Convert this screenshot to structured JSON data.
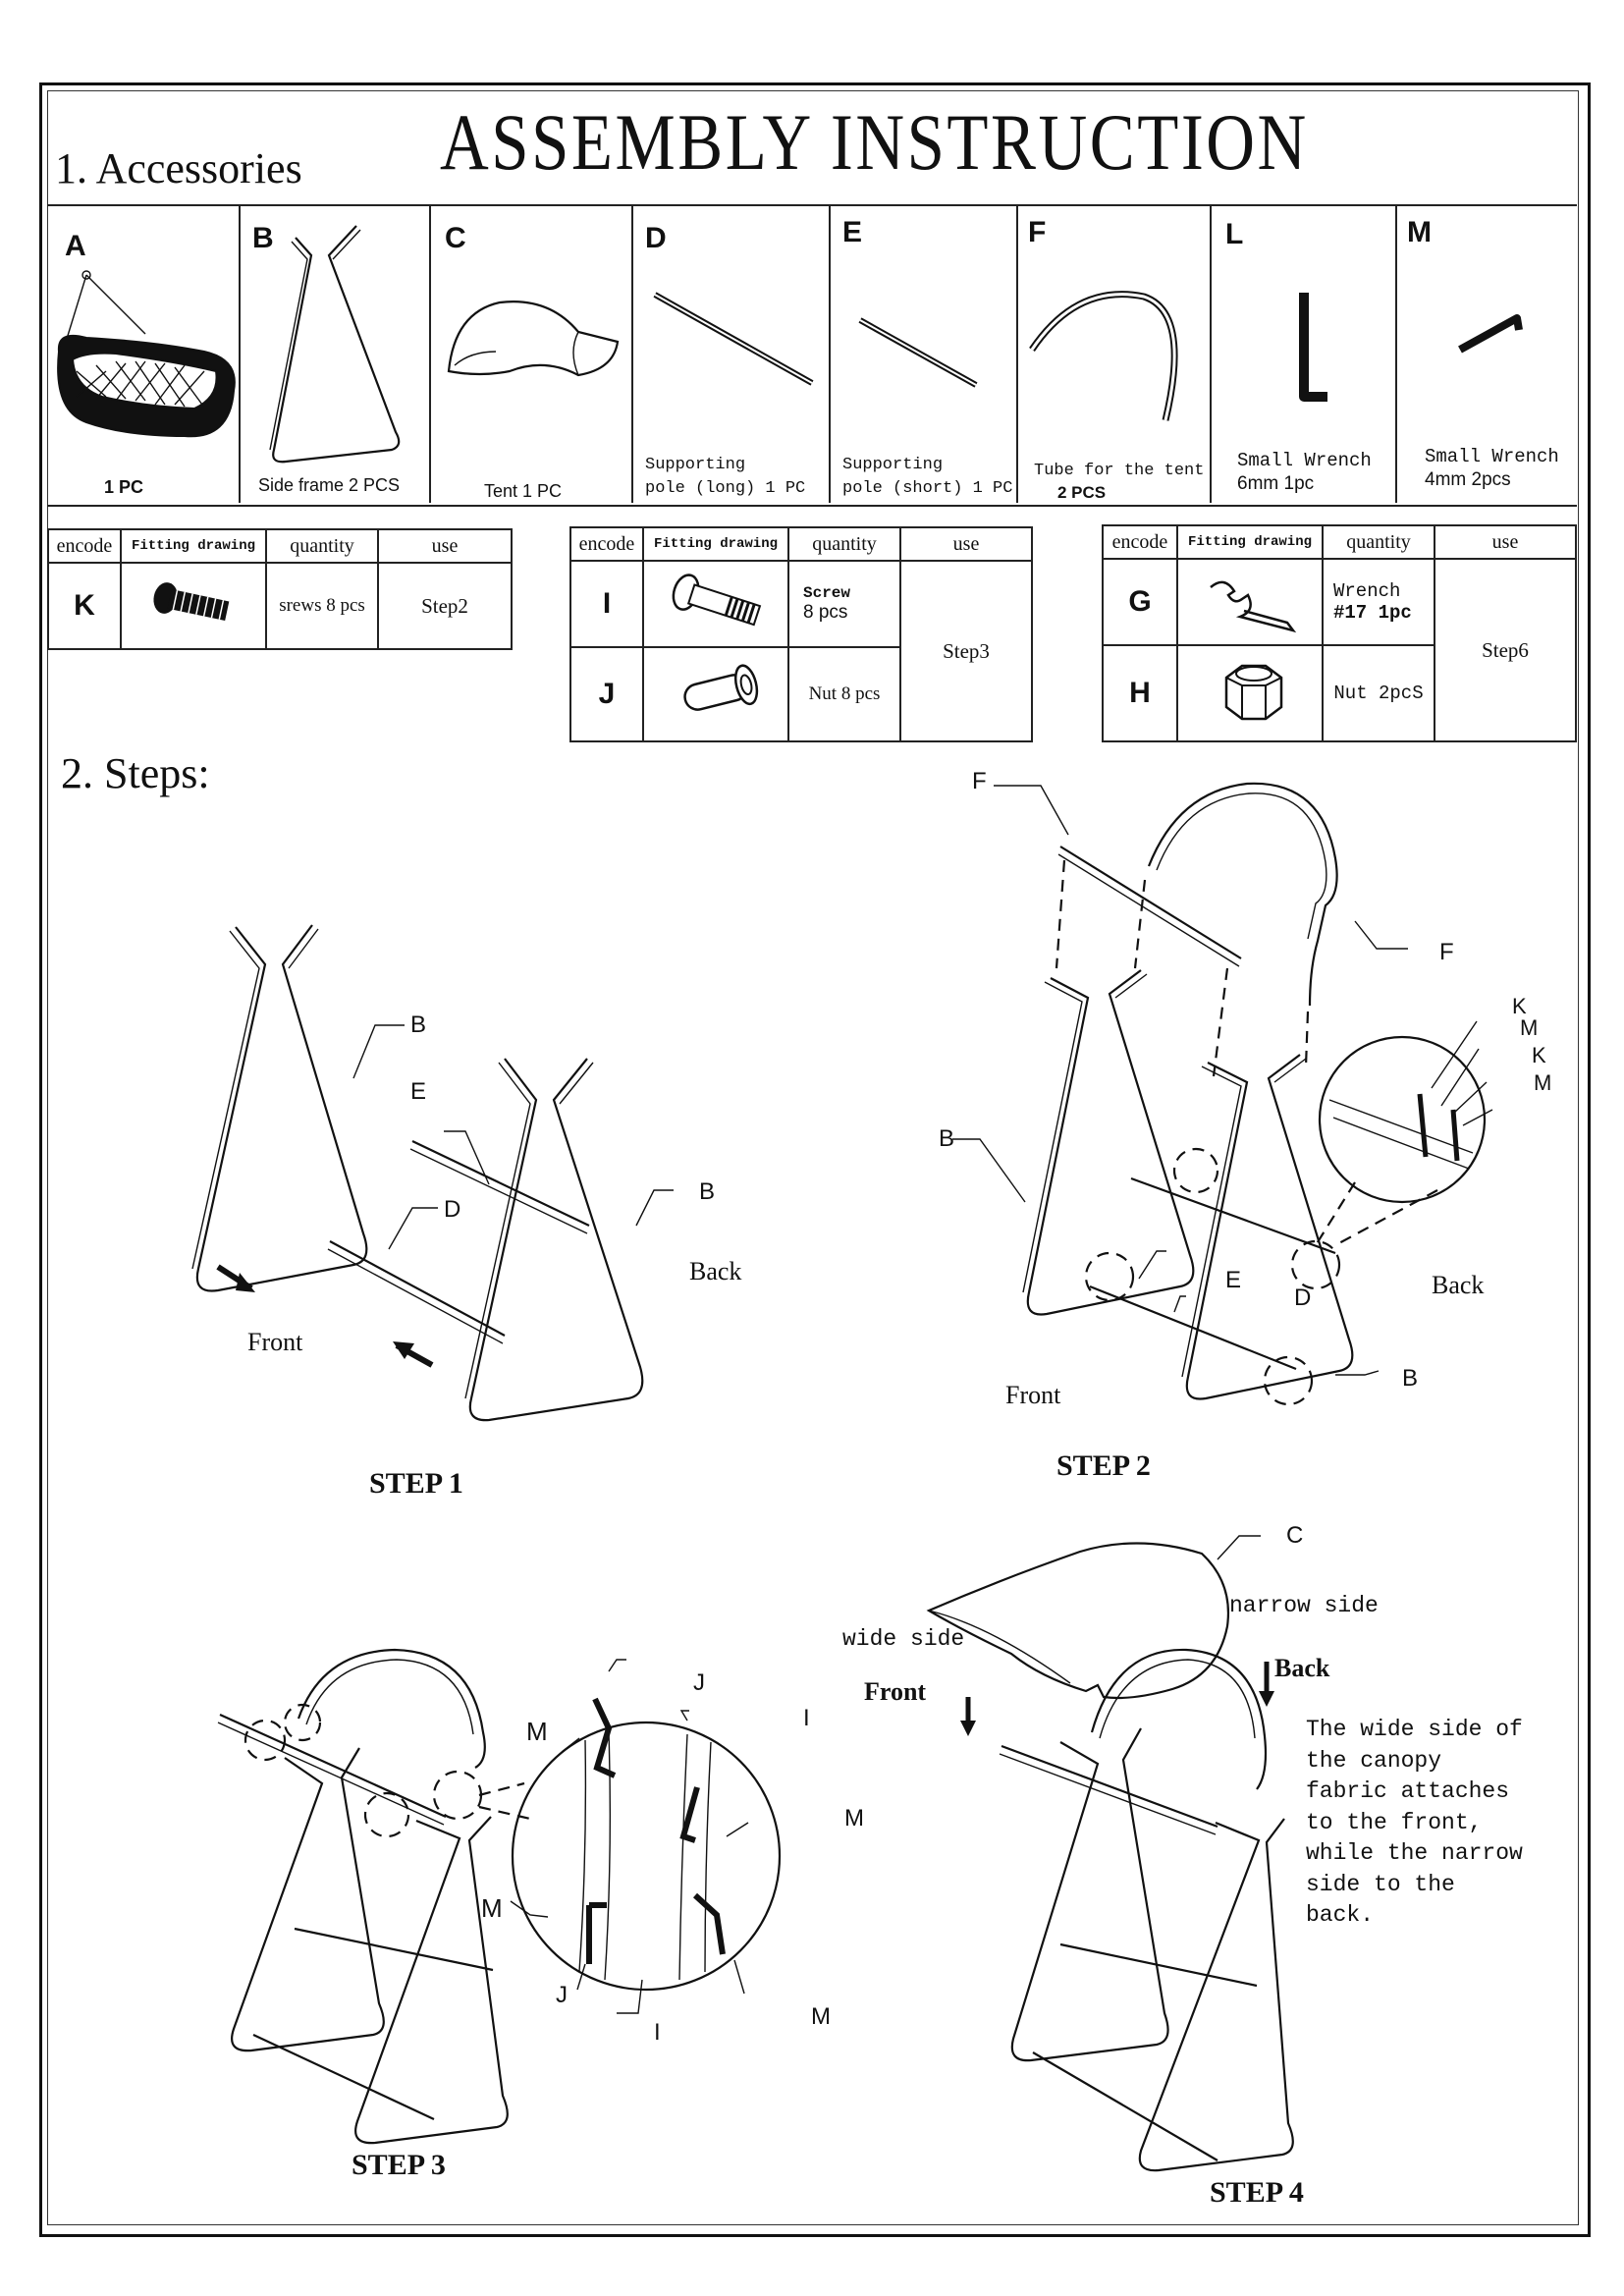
{
  "title": "ASSEMBLY INSTRUCTION",
  "sections": {
    "accessories": "1. Accessories",
    "steps": "2. Steps:"
  },
  "parts": [
    {
      "letter": "A",
      "caption": "1 PC"
    },
    {
      "letter": "B",
      "caption": "Side frame 2 PCS"
    },
    {
      "letter": "C",
      "caption": "Tent 1 PC"
    },
    {
      "letter": "D",
      "caption_line1": "Supporting",
      "caption_line2": "pole (long)  1 PC"
    },
    {
      "letter": "E",
      "caption_line1": "Supporting",
      "caption_line2": "pole (short)  1 PC"
    },
    {
      "letter": "F",
      "caption_line1": "Tube for the tent",
      "caption_line2": "2 PCS"
    },
    {
      "letter": "L",
      "caption_line1": "Small Wrench",
      "caption_line2": "6mm 1pc"
    },
    {
      "letter": "M",
      "caption_line1": "Small Wrench",
      "caption_line2": "4mm 2pcs"
    }
  ],
  "table_headers": {
    "encode": "encode",
    "fitting": "Fitting drawing",
    "quantity": "quantity",
    "use": "use"
  },
  "fittings": {
    "k": {
      "code": "K",
      "quantity": "srews 8 pcs",
      "use": "Step2"
    },
    "i": {
      "code": "I",
      "quantity_line1": "Screw",
      "quantity_line2": "8 pcs"
    },
    "j": {
      "code": "J",
      "quantity": "Nut 8 pcs"
    },
    "ij_use": "Step3",
    "g": {
      "code": "G",
      "quantity_line1": "Wrench",
      "quantity_line2": "#17 1pc"
    },
    "h": {
      "code": "H",
      "quantity": "Nut 2pcS"
    },
    "gh_use": "Step6"
  },
  "step1": {
    "title": "STEP 1",
    "front": "Front",
    "back": "Back",
    "callouts": [
      "B",
      "E",
      "D",
      "B"
    ]
  },
  "step2": {
    "title": "STEP 2",
    "front": "Front",
    "back": "Back",
    "callouts": [
      "F",
      "F",
      "B",
      "E",
      "D",
      "B",
      "K",
      "M",
      "K",
      "M"
    ]
  },
  "step3": {
    "title": "STEP 3",
    "callouts": [
      "M",
      "J",
      "I",
      "M",
      "M",
      "J",
      "I",
      "M"
    ]
  },
  "step4": {
    "title": "STEP 4",
    "c": "C",
    "narrow_side": "narrow side",
    "wide_side": "wide side",
    "front": "Front",
    "back": "Back",
    "note": [
      "The wide side of",
      "the canopy",
      "fabric attaches",
      "to the front,",
      "while the narrow",
      "side to the",
      "back."
    ]
  }
}
